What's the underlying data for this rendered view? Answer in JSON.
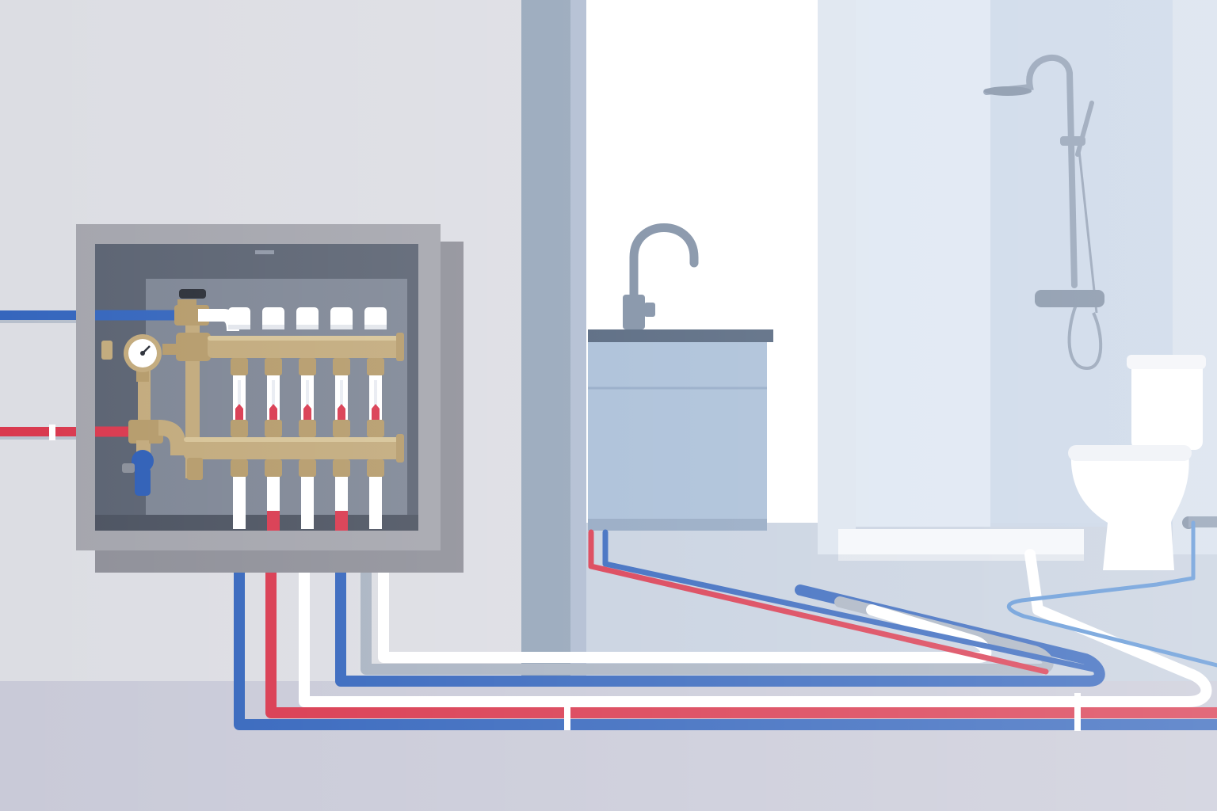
{
  "scene": {
    "type": "plumbing-manifold-illustration",
    "manifold": {
      "outlet_count": 5,
      "has_pressure_gauge": true,
      "has_drain_valve": true,
      "has_main_shutoff_valve": true
    },
    "supply_lines": [
      {
        "side": "left",
        "kind": "cold"
      },
      {
        "side": "left",
        "kind": "hot"
      }
    ],
    "fixtures": [
      {
        "kind": "vanity-sink-with-faucet"
      },
      {
        "kind": "shower-column"
      },
      {
        "kind": "toilet"
      }
    ],
    "colors": {
      "wall": "#dcdde3",
      "floor": "#c9cad8",
      "cabinet_frame": "#a4a5ad",
      "cabinet_inner": "#5b6372",
      "brass": "#c2aa7c",
      "hot_pipe": "#d9394f",
      "cold_pipe": "#3566bd",
      "pex_pipe": "#ffffff",
      "bathroom_wall": "#cfd9e8",
      "vanity": "#a6bcd6",
      "window_frame": "#93a4b8"
    }
  }
}
